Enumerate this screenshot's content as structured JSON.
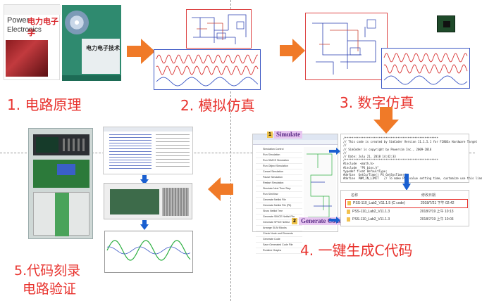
{
  "steps": {
    "s1": "1. 电路原理",
    "s2": "2. 模拟仿真",
    "s3": "3. 数字仿真",
    "s4": "4. 一键生成C代码",
    "s5_line1": "5.代码刻录",
    "s5_line2": "电路验证"
  },
  "books": {
    "book1_title_a": "Power",
    "book1_title_b": "电力电子学",
    "book1_subtitle": "Electronics",
    "book2_title": "电力电子技术"
  },
  "simulate_panel": {
    "tag1_num": "1",
    "tag1_label": "Simulate",
    "tag2_num": "2",
    "tag2_label": "Generate Code",
    "menu_items": [
      "Simulation Control",
      "Run Simulation",
      "Run SIMCE Simulation",
      "Run Object Simulation",
      "Cancel Simulation",
      "Pause Simulation",
      "Restart Simulation",
      "Simulate Next Time Step",
      "Run SimView",
      "Generate Netlist File",
      "Generate Netlist File (Plt)",
      "Show Netlist Tree",
      "Generate SIMCE Netlist File",
      "Generate SPICE Netlist",
      "Arrange SLIM Blocks",
      "Check Node and Elements",
      "Generate Code",
      "Save Generated Code File",
      "Runtime Graphs"
    ]
  },
  "code_panel": {
    "lines": [
      "/*******************************************************",
      "// This code is created by SimCoder Version 11.1.5.1 for F2803x Hardware Target",
      "//",
      "// SimCoder is copyright by Powersim Inc., 2009-2016",
      "//",
      "// Date: July 21, 2018 14:42:33",
      "/*******************************************************",
      "#include  <math.h>",
      "#include  \"PS_bios.h\"",
      "typedef float DefaultType;",
      "#define  GetCurTime() PS_GetSysTimer()",
      "#define  PWM_IN_LIMIT   // To make PWM value setting time, customize use this line"
    ]
  },
  "file_panel": {
    "header_name": "名称",
    "header_date": "修改日期",
    "files": [
      {
        "name": "PSS-110_Lab2_V11.1.5 (C code)",
        "date": "2018/7/21 下午 02:42"
      },
      {
        "name": "PSS-110_Lab2_V11.1.3",
        "date": "2018/7/19 上午 10:13"
      },
      {
        "name": "PSS-110_Lab2_V11.1.3",
        "date": "2018/7/19 上午 10:03"
      }
    ]
  },
  "colors": {
    "step_text": "#e8322d",
    "arrow_orange": "#f07a28",
    "arrow_blue": "#1a5fd0",
    "wave_red": "#d83434",
    "wave_blue": "#3b57c4",
    "wave_green": "#2fb043"
  }
}
